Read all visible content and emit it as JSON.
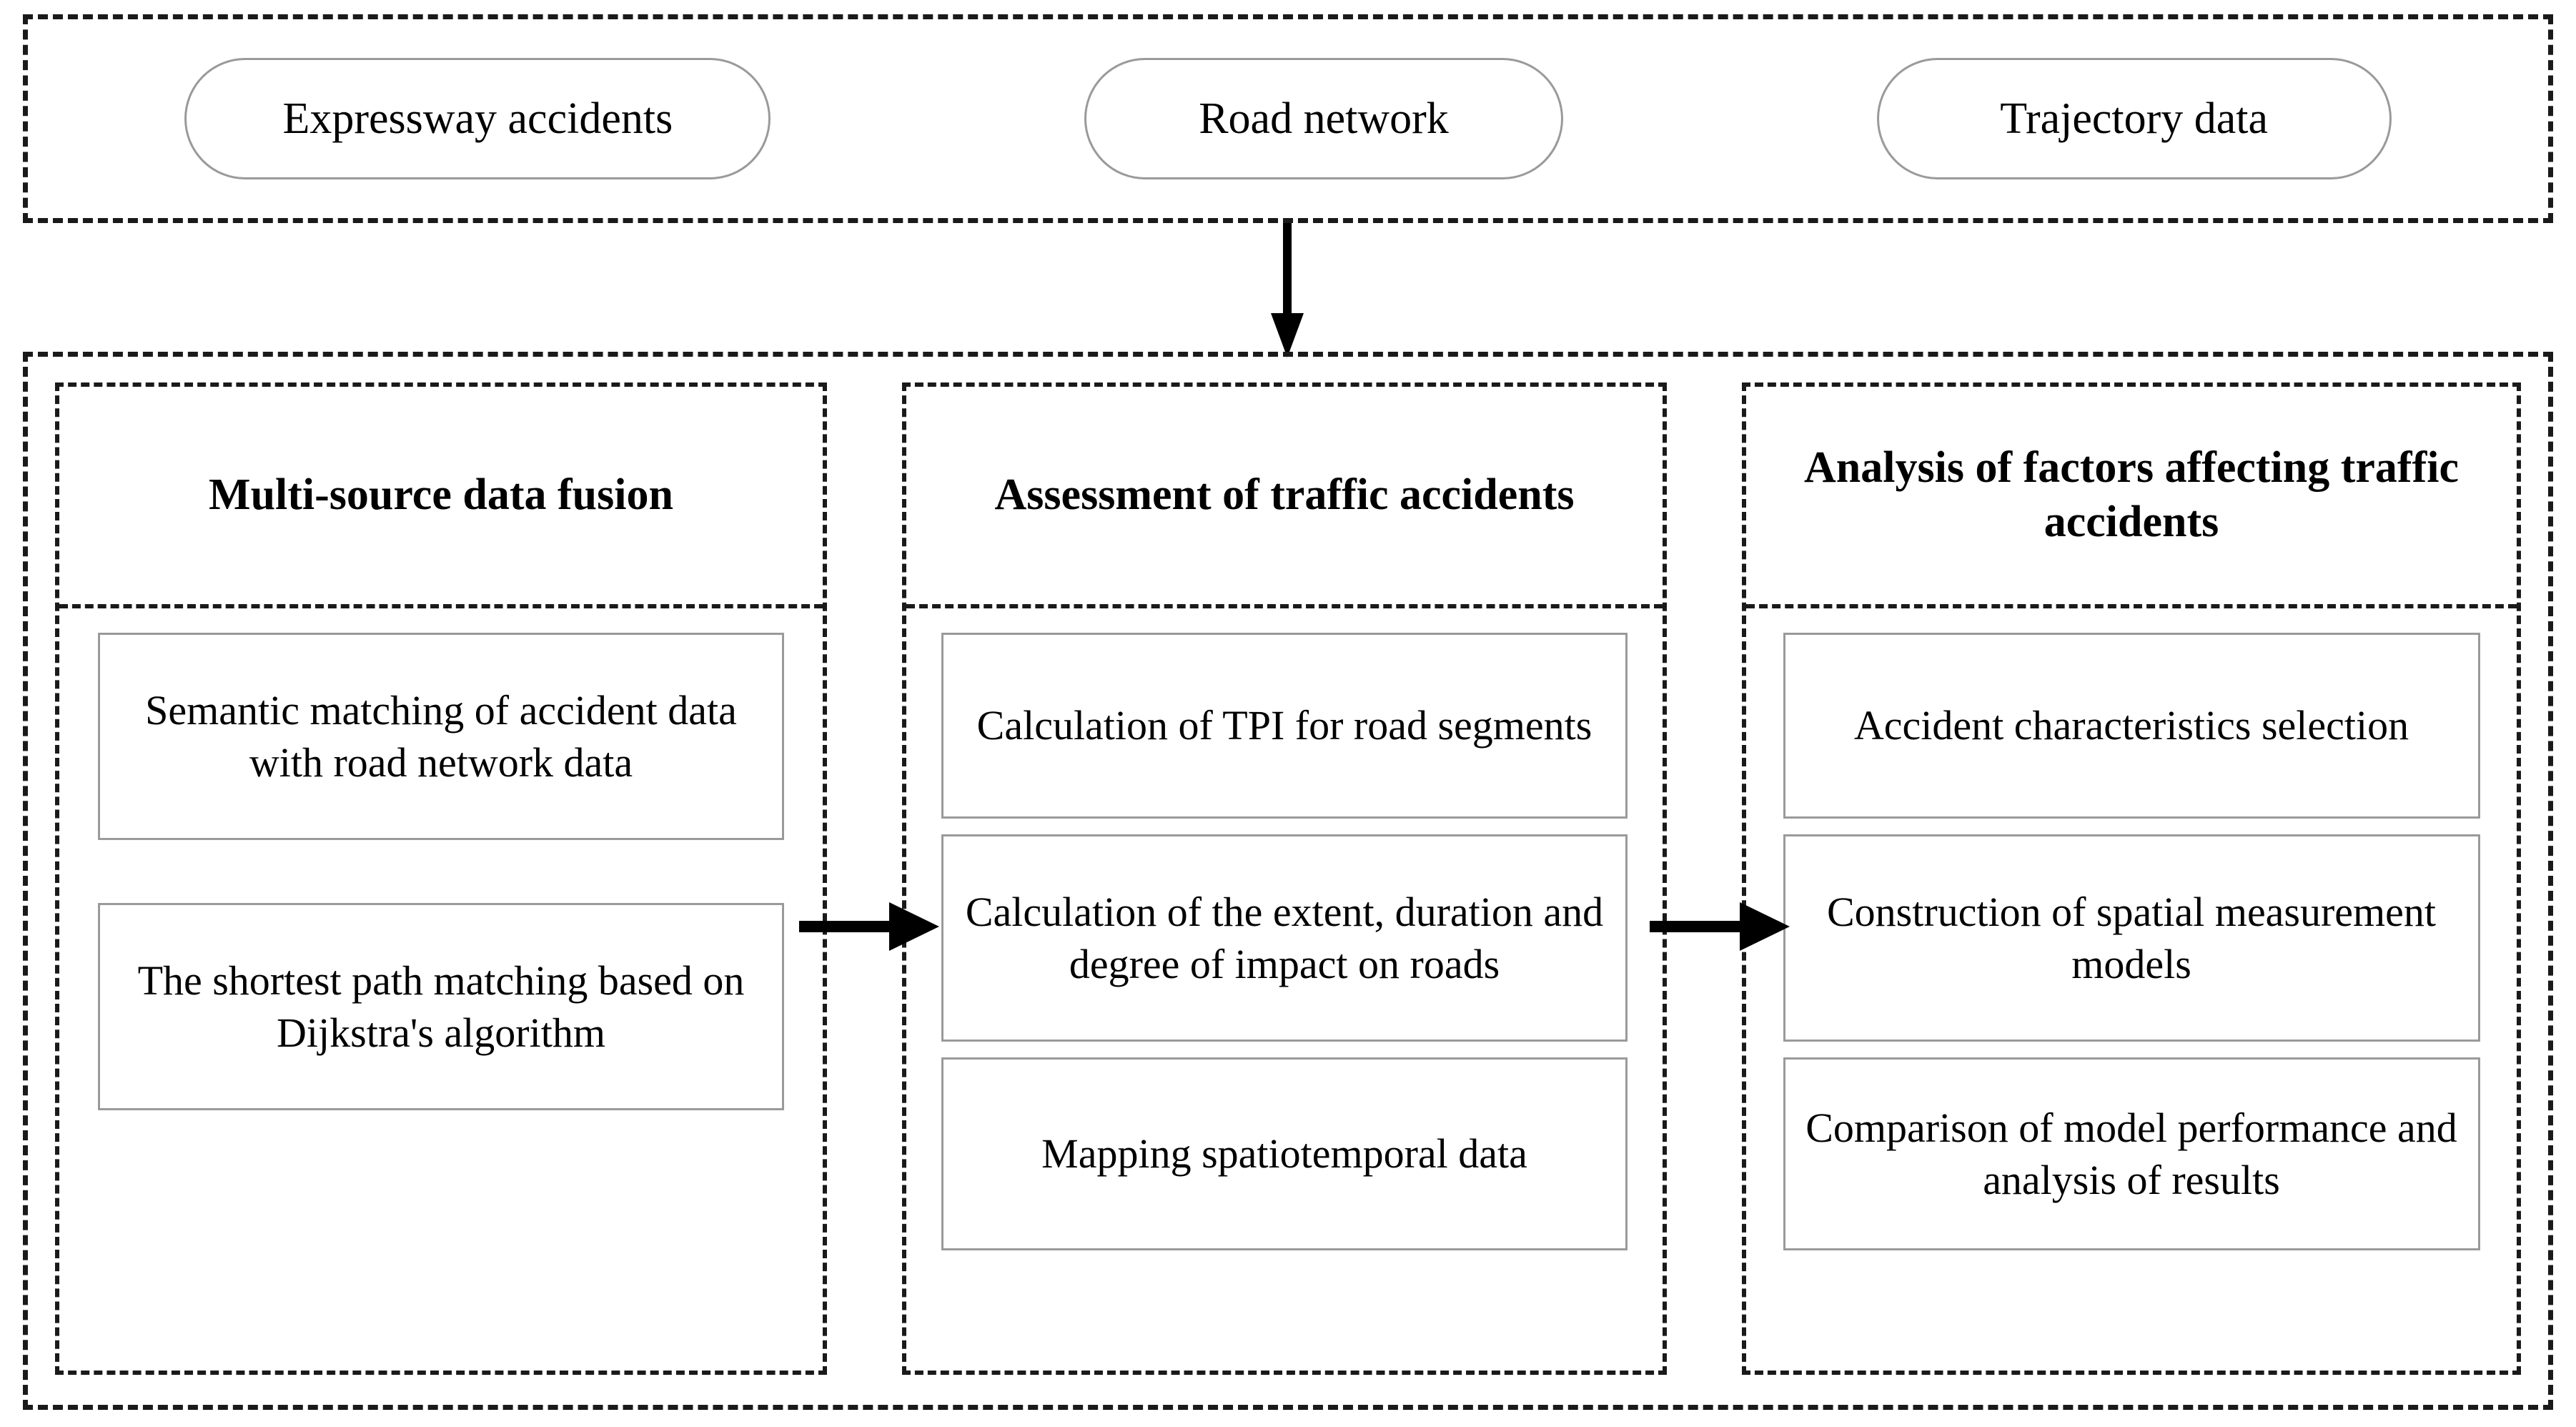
{
  "diagram": {
    "data_sources": {
      "items": [
        {
          "label": "Expressway accidents"
        },
        {
          "label": "Road network"
        },
        {
          "label": "Trajectory data"
        }
      ]
    },
    "flow": {
      "down_arrow": "arrow-down-icon",
      "right_arrow_1": "arrow-right-icon",
      "right_arrow_2": "arrow-right-icon"
    },
    "stages": [
      {
        "title": "Multi-source data fusion",
        "steps": [
          "Semantic matching of accident data with road network data",
          "The shortest path matching based on Dijkstra's algorithm"
        ]
      },
      {
        "title": "Assessment of traffic accidents",
        "steps": [
          "Calculation of TPI for road segments",
          "Calculation of the extent, duration and degree of impact on roads",
          "Mapping spatiotemporal data"
        ]
      },
      {
        "title": "Analysis of factors affecting traffic accidents",
        "steps": [
          "Accident characteristics selection",
          "Construction of spatial measurement models",
          "Comparison of model performance and analysis of results"
        ]
      }
    ],
    "colors": {
      "dashed_border": "#1a1a1a",
      "node_border": "#9a9a9a",
      "background": "#ffffff",
      "text": "#000000"
    }
  }
}
